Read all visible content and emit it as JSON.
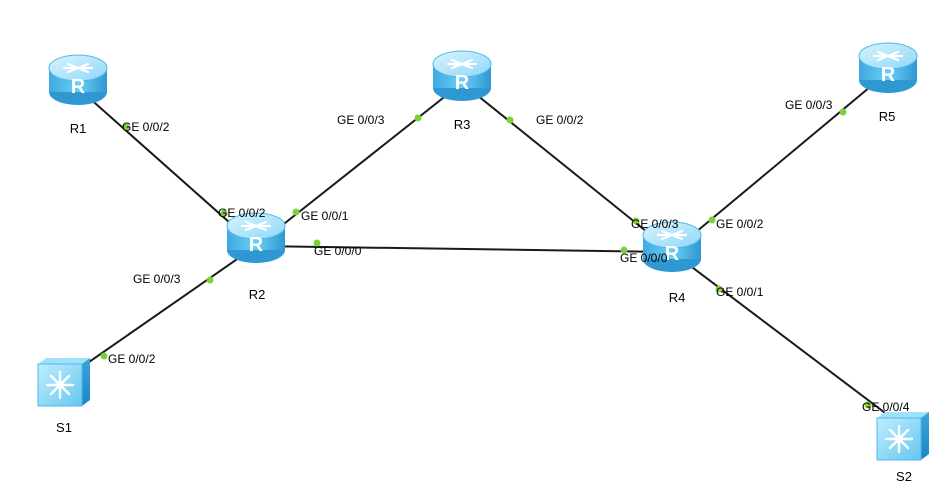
{
  "colors": {
    "link": "#1a1a1a",
    "port_dot": "#7ed03b",
    "device_light": "#bfeafd",
    "device_main": "#5cc3f0",
    "device_dark": "#2a9bd6"
  },
  "nodes": {
    "R1": {
      "label": "R1",
      "icon": "router-icon"
    },
    "R2": {
      "label": "R2",
      "icon": "router-icon"
    },
    "R3": {
      "label": "R3",
      "icon": "router-icon"
    },
    "R4": {
      "label": "R4",
      "icon": "router-icon"
    },
    "R5": {
      "label": "R5",
      "icon": "router-icon"
    },
    "S1": {
      "label": "S1",
      "icon": "switch-icon"
    },
    "S2": {
      "label": "S2",
      "icon": "switch-icon"
    }
  },
  "links": [
    {
      "from": "R1",
      "from_port": "GE 0/0/2",
      "to": "R2",
      "to_port": "GE 0/0/2"
    },
    {
      "from": "R2",
      "from_port": "GE 0/0/1",
      "to": "R3",
      "to_port": "GE 0/0/3"
    },
    {
      "from": "R3",
      "from_port": "GE 0/0/2",
      "to": "R4",
      "to_port": "GE 0/0/3"
    },
    {
      "from": "R2",
      "from_port": "GE 0/0/0",
      "to": "R4",
      "to_port": "GE 0/0/0"
    },
    {
      "from": "R4",
      "from_port": "GE 0/0/2",
      "to": "R5",
      "to_port": "GE 0/0/3"
    },
    {
      "from": "R2",
      "from_port": "GE 0/0/3",
      "to": "S1",
      "to_port": "GE 0/0/2"
    },
    {
      "from": "R4",
      "from_port": "GE 0/0/1",
      "to": "S2",
      "to_port": "GE 0/0/4"
    }
  ]
}
